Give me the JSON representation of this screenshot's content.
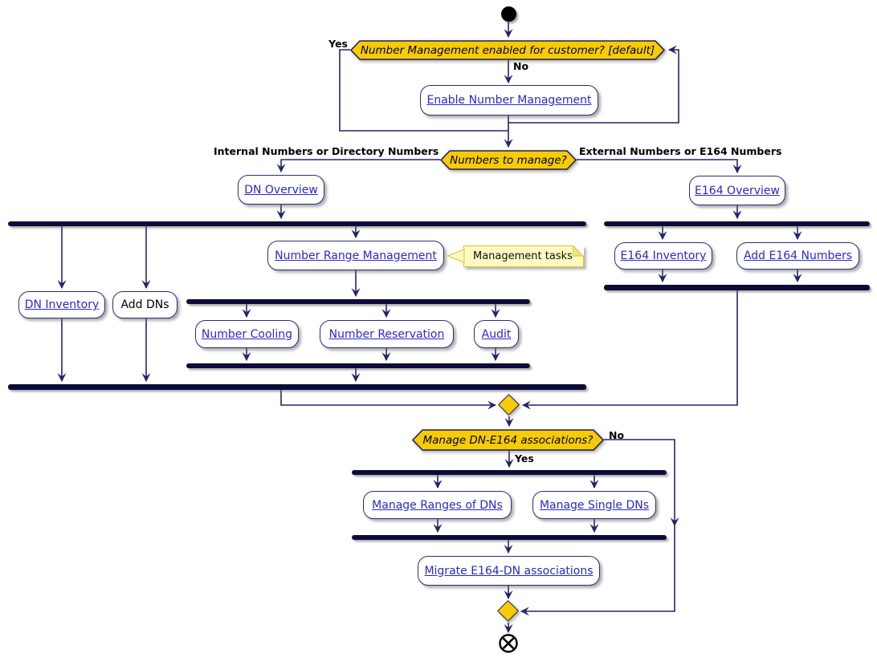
{
  "diagram": {
    "decisions": {
      "enabled": {
        "text": "Number Management enabled for customer? [default]",
        "yes_label": "Yes",
        "no_label": "No"
      },
      "numbers": {
        "text": "Numbers to manage?",
        "left_label": "Internal Numbers or Directory Numbers",
        "right_label": "External Numbers or E164 Numbers"
      },
      "associations": {
        "text": "Manage DN-E164 associations?",
        "yes_label": "Yes",
        "no_label": "No"
      }
    },
    "activities": {
      "enable": "Enable Number Management",
      "dn_overview": "DN Overview",
      "e164_overview": "E164 Overview",
      "dn_inventory": "DN Inventory",
      "add_dns": "Add DNs",
      "number_range_mgmt": "Number Range Management",
      "number_cooling": "Number Cooling",
      "number_reservation": "Number Reservation",
      "audit": "Audit",
      "e164_inventory": "E164 Inventory",
      "add_e164_numbers": "Add E164 Numbers",
      "manage_ranges": "Manage Ranges of DNs",
      "manage_single": "Manage Single DNs",
      "migrate": "Migrate E164-DN associations"
    },
    "note": {
      "text": "Management tasks"
    },
    "colors": {
      "decision_fill": "#F7CB05",
      "line": "#24246A",
      "bar": "#0C0C3A",
      "link": "#2929CC",
      "activity_border": "#2B2F75",
      "note_fill": "#FDF9C0",
      "note_border": "#D8C62C"
    }
  }
}
